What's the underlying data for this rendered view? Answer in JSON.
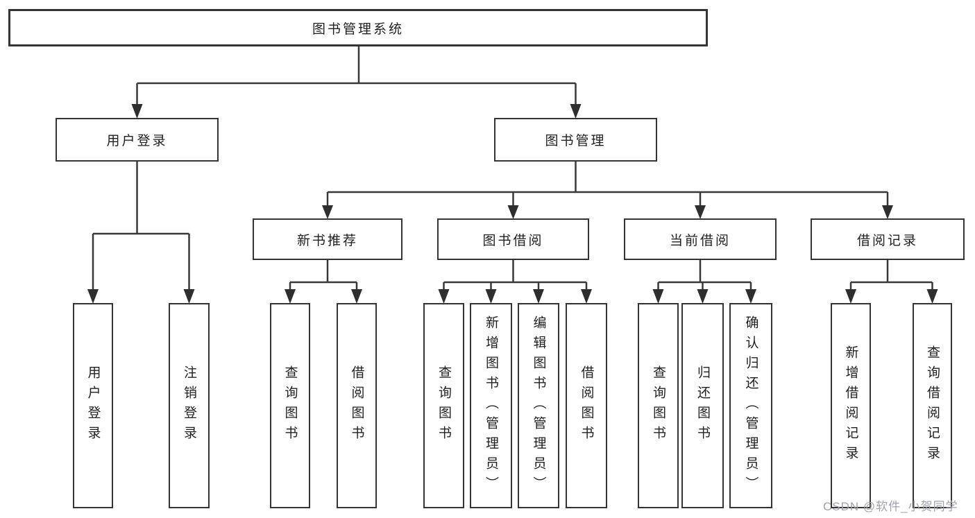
{
  "tree": {
    "label": "图书管理系统",
    "children": [
      {
        "label": "用户登录",
        "children": [
          {
            "label": "用户登录"
          },
          {
            "label": "注销登录"
          }
        ]
      },
      {
        "label": "图书管理",
        "children": [
          {
            "label": "新书推荐",
            "children": [
              {
                "label": "查询图书"
              },
              {
                "label": "借阅图书"
              }
            ]
          },
          {
            "label": "图书借阅",
            "children": [
              {
                "label": "查询图书"
              },
              {
                "label": "新增图书（管理员）"
              },
              {
                "label": "编辑图书（管理员）"
              },
              {
                "label": "借阅图书"
              }
            ]
          },
          {
            "label": "当前借阅",
            "children": [
              {
                "label": "查询图书"
              },
              {
                "label": "归还图书"
              },
              {
                "label": "确认归还（管理员）"
              }
            ]
          },
          {
            "label": "借阅记录",
            "children": [
              {
                "label": "新增借阅记录"
              },
              {
                "label": "查询借阅记录"
              }
            ]
          }
        ]
      }
    ]
  },
  "watermark": {
    "text": "CSDN @软件_小贺同学"
  },
  "colors": {
    "line": "#383838",
    "arrow": "#2e2e2e",
    "box_border": "#343434",
    "text": "#1f1f1f",
    "watermark": "#a0a1af",
    "background": "#ffffff"
  }
}
